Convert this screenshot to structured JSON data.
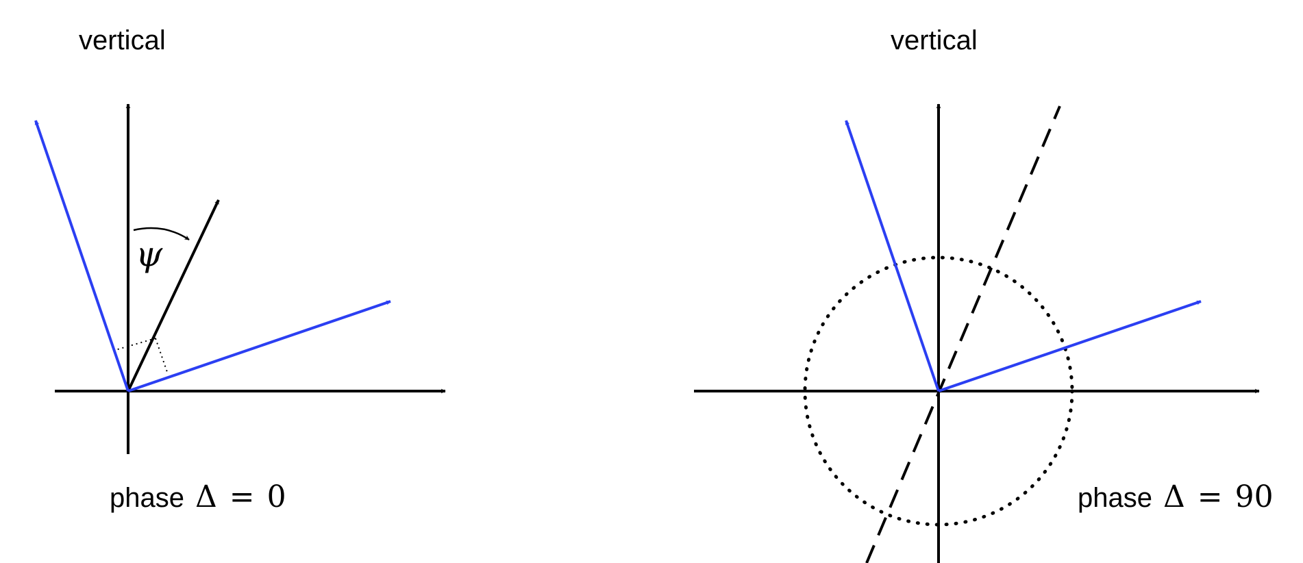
{
  "panels": [
    {
      "vertical_label": "vertical",
      "phase_label": "phase",
      "delta_symbol": "Δ",
      "equals": "=",
      "phase_value": "0",
      "angle_symbol": "ψ"
    },
    {
      "vertical_label": "vertical",
      "phase_label": "phase",
      "delta_symbol": "Δ",
      "equals": "=",
      "phase_value": "90"
    }
  ],
  "colors": {
    "axes": "#000000",
    "vectors": "#2b3ff2",
    "guides": "#000000"
  }
}
